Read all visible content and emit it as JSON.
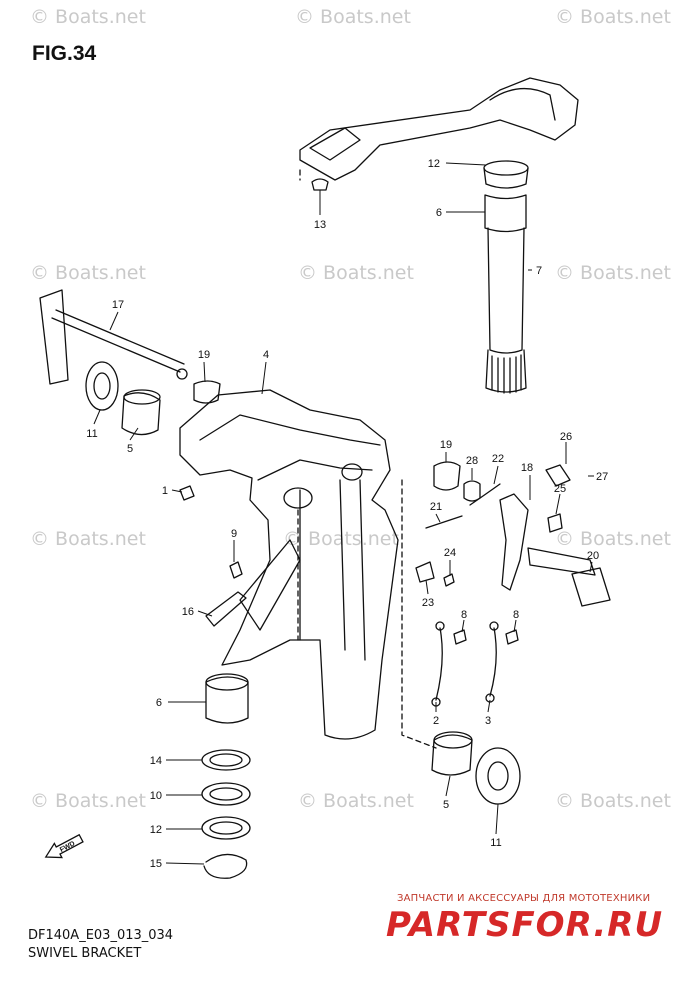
{
  "figure": {
    "title": "FIG.34",
    "code": "DF140A_E03_013_034",
    "caption": "SWIVEL BRACKET"
  },
  "watermark": {
    "text": "© Boats.net",
    "color": "#c9c9c9"
  },
  "shop": {
    "subtitle": "ЗАПЧАСТИ И АКСЕССУАРЫ ДЛЯ МОТОТЕХНИКИ",
    "logo_text": "PARTSFOR.RU",
    "color": "#d62828"
  },
  "callouts": [
    "12",
    "6",
    "7",
    "13",
    "17",
    "19",
    "4",
    "11",
    "5",
    "1",
    "19",
    "28",
    "22",
    "26",
    "27",
    "18",
    "25",
    "21",
    "20",
    "24",
    "23",
    "9",
    "8",
    "8",
    "16",
    "2",
    "3",
    "6",
    "14",
    "10",
    "12",
    "15",
    "5",
    "11"
  ],
  "icons": {
    "forward_arrow": "fwd-arrow-icon"
  }
}
